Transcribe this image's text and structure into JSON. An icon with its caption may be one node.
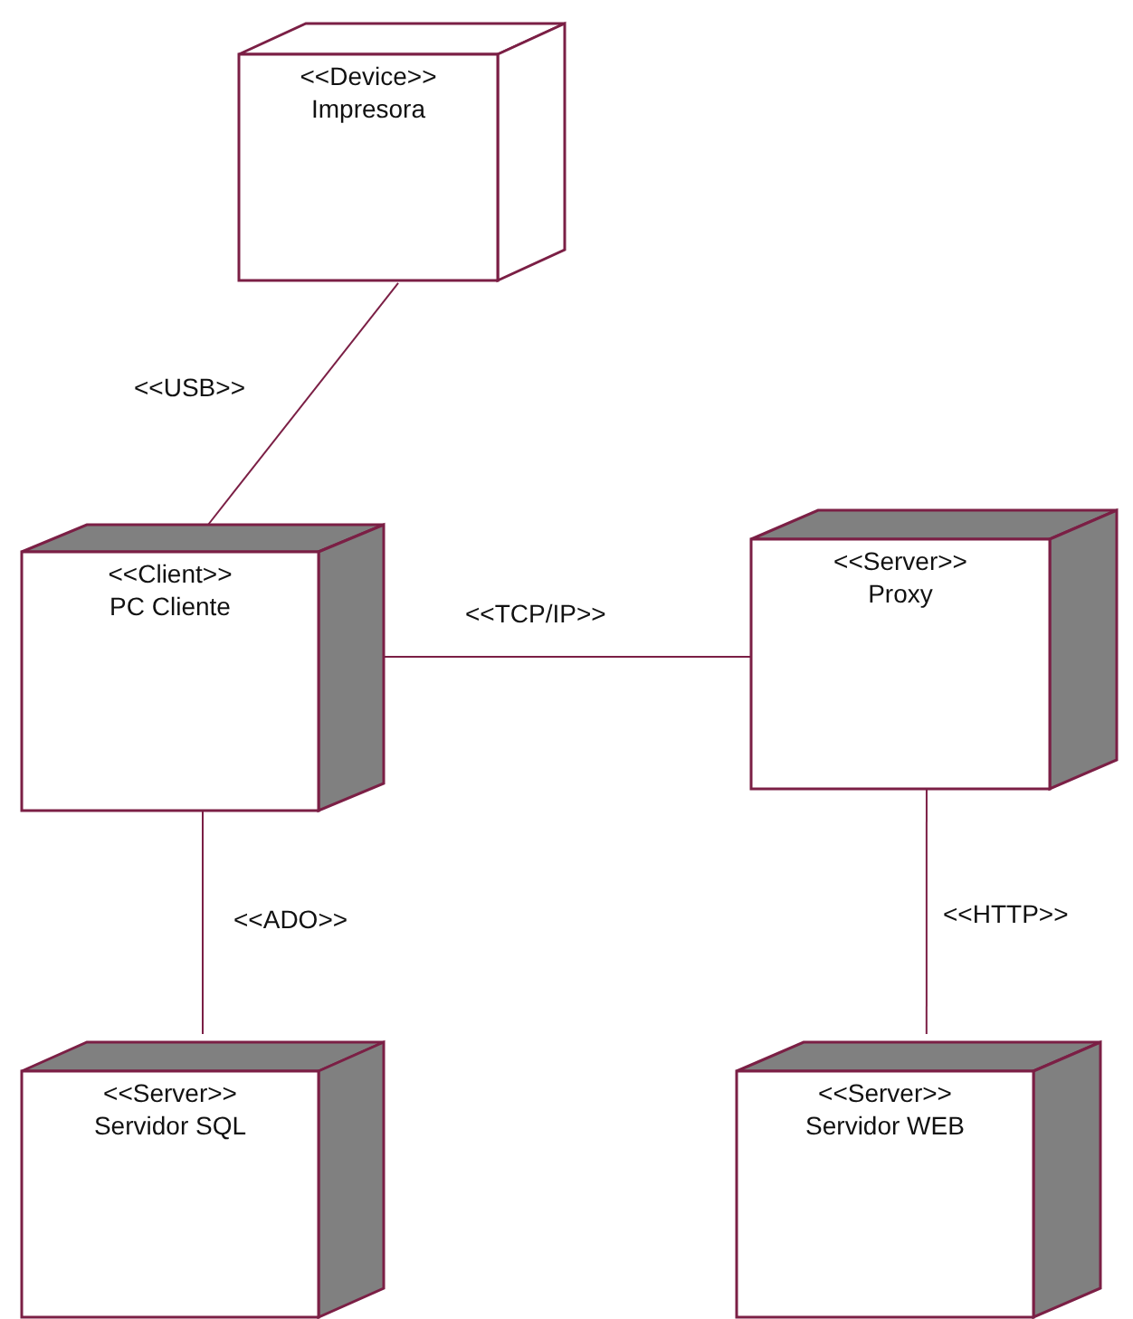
{
  "diagram": {
    "nodes": [
      {
        "text": [
          "<<Device>>",
          "Impresora"
        ]
      },
      {
        "text": [
          "<<Client>>",
          "PC Cliente"
        ]
      },
      {
        "text": [
          "<<Server>>",
          "Proxy"
        ]
      },
      {
        "text": [
          "<<Server>>",
          "Servidor SQL"
        ]
      },
      {
        "text": [
          "<<Server>>",
          "Servidor WEB"
        ]
      }
    ],
    "edges": [
      {
        "from": 0,
        "to": 1,
        "arrow": "none",
        "label": "<<USB>>"
      },
      {
        "from": 1,
        "to": 2,
        "arrow": "none",
        "label": "<<TCP/IP>>"
      },
      {
        "from": 1,
        "to": 3,
        "arrow": "none",
        "label": "<<ADO>>"
      },
      {
        "from": 2,
        "to": 4,
        "arrow": "none",
        "label": "<<HTTP>>"
      }
    ]
  }
}
